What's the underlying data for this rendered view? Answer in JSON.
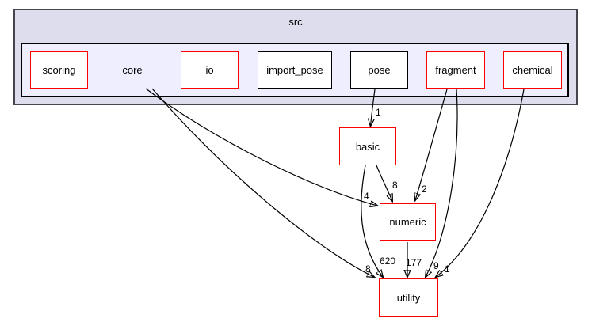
{
  "diagram": {
    "type": "doxygen-directory-dependency-graph",
    "cluster_label": "src",
    "nodes": {
      "scoring": {
        "label": "scoring",
        "border": "#ff0000"
      },
      "core": {
        "label": "core",
        "border": "none"
      },
      "io": {
        "label": "io",
        "border": "#ff0000"
      },
      "import_pose": {
        "label": "import_pose",
        "border": "#000000"
      },
      "pose": {
        "label": "pose",
        "border": "#000000"
      },
      "fragment": {
        "label": "fragment",
        "border": "#ff0000"
      },
      "chemical": {
        "label": "chemical",
        "border": "#ff0000"
      },
      "basic": {
        "label": "basic",
        "border": "#ff0000"
      },
      "numeric": {
        "label": "numeric",
        "border": "#ff0000"
      },
      "utility": {
        "label": "utility",
        "border": "#ff0000"
      }
    },
    "edges": [
      {
        "from": "pose",
        "to": "basic",
        "label": "1"
      },
      {
        "from": "core",
        "to": "numeric",
        "label": "4"
      },
      {
        "from": "core",
        "to": "utility",
        "label": "8"
      },
      {
        "from": "basic",
        "to": "numeric",
        "label": "8"
      },
      {
        "from": "basic",
        "to": "utility",
        "label": "620"
      },
      {
        "from": "fragment",
        "to": "numeric",
        "label": "2"
      },
      {
        "from": "fragment",
        "to": "utility",
        "label": "9"
      },
      {
        "from": "chemical",
        "to": "utility",
        "label": "1"
      },
      {
        "from": "numeric",
        "to": "utility",
        "label": "177"
      }
    ],
    "colors": {
      "outer_cluster_fill": "#ddddee",
      "inner_cluster_fill": "#eeeeff",
      "outer_cluster_border": "#46464f",
      "node_fill": "#ffffff",
      "red_border": "#ff0000",
      "black_border": "#000000",
      "edge": "#000000"
    }
  }
}
